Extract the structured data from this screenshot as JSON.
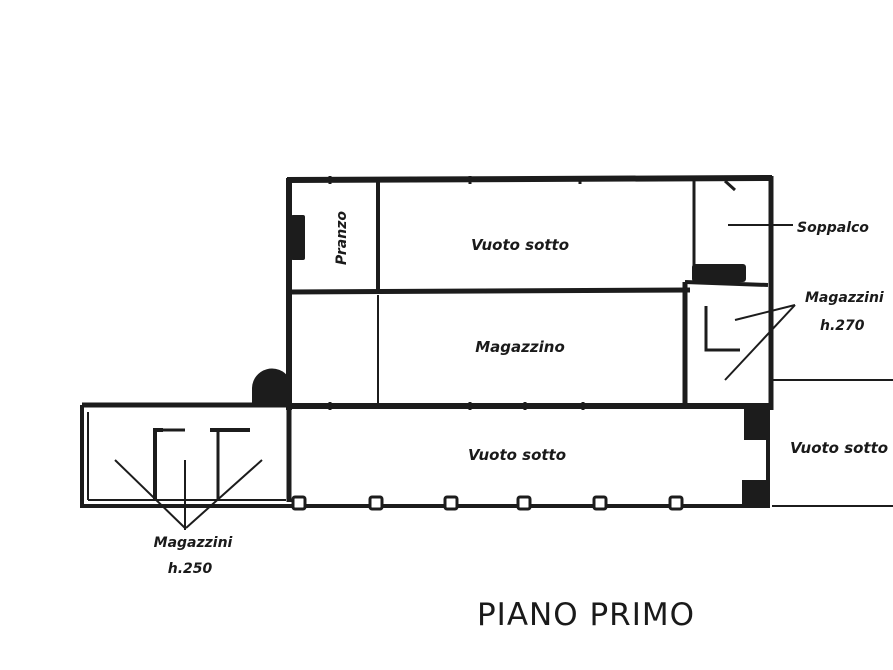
{
  "plan": {
    "title": "PIANO PRIMO",
    "labels": {
      "vuoto_sotto_top": "Vuoto sotto",
      "magazzino": "Magazzino",
      "vuoto_sotto_middle": "Vuoto sotto",
      "vuoto_sotto_right": "Vuoto sotto",
      "pranzo": "Pranzo",
      "soppalco": "Soppalco",
      "magazzini_right": "Magazzini",
      "height_right": "h.270",
      "magazzini_left": "Magazzini",
      "height_left": "h.250"
    }
  }
}
